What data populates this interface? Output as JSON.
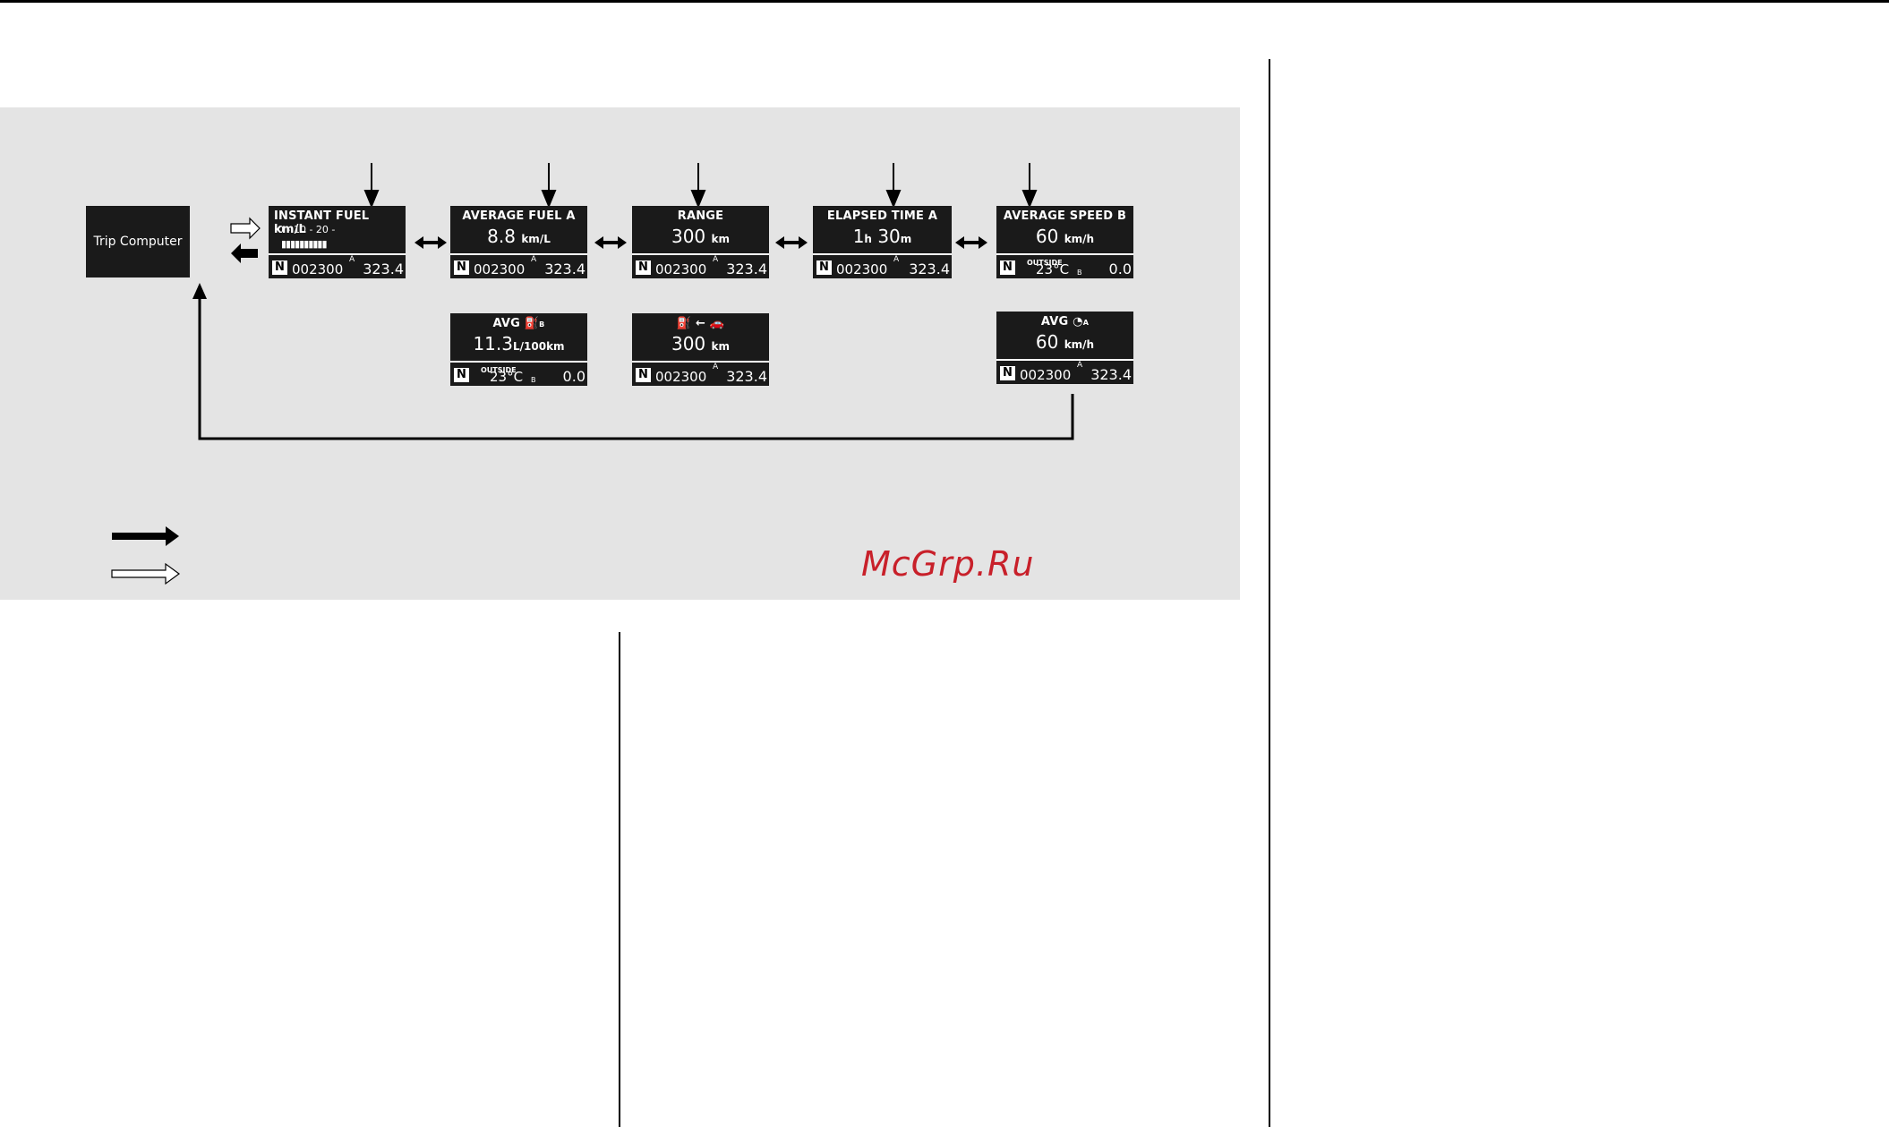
{
  "trip_computer": {
    "label": "Trip Computer"
  },
  "screens": {
    "instant_fuel": {
      "title": "INSTANT FUEL  km/L",
      "scale": "0   -   10   -   20   -",
      "odometer": "002300",
      "trip_letter": "A",
      "trip_value": "323.4",
      "gear": "N"
    },
    "average_fuel_a": {
      "title": "AVERAGE FUEL A",
      "value": "8.8",
      "unit": "km/L",
      "odometer": "002300",
      "trip_letter": "A",
      "trip_value": "323.4",
      "gear": "N"
    },
    "range": {
      "title": "RANGE",
      "value": "300",
      "unit": "km",
      "odometer": "002300",
      "trip_letter": "A",
      "trip_value": "323.4",
      "gear": "N"
    },
    "elapsed_time_a": {
      "title": "ELAPSED TIME A",
      "hours": "1",
      "h_unit": "h",
      "minutes": "30",
      "m_unit": "m",
      "odometer": "002300",
      "trip_letter": "A",
      "trip_value": "323.4",
      "gear": "N"
    },
    "average_speed_b": {
      "title": "AVERAGE SPEED B",
      "value": "60",
      "unit": "km/h",
      "outside_label": "OUTSIDE",
      "temperature": "23°C",
      "trip_letter": "B",
      "trip_value": "0.0",
      "gear": "N"
    },
    "avg_fuel_b": {
      "title": "AVG",
      "suffix": "B",
      "value": "11.3",
      "unit": "L/100km",
      "outside_label": "OUTSIDE",
      "temperature": "23°C",
      "trip_letter": "B",
      "trip_value": "0.0",
      "gear": "N"
    },
    "range_alt": {
      "value": "300",
      "unit": "km",
      "odometer": "002300",
      "trip_letter": "A",
      "trip_value": "323.4",
      "gear": "N"
    },
    "avg_speed_a": {
      "title": "AVG",
      "suffix": "A",
      "value": "60",
      "unit": "km/h",
      "odometer": "002300",
      "trip_letter": "A",
      "trip_value": "323.4",
      "gear": "N"
    }
  },
  "watermark": "McGrp.Ru",
  "colors": {
    "panel": "#e4e4e4",
    "screen": "#1a1a1a",
    "watermark": "#c8202a"
  }
}
